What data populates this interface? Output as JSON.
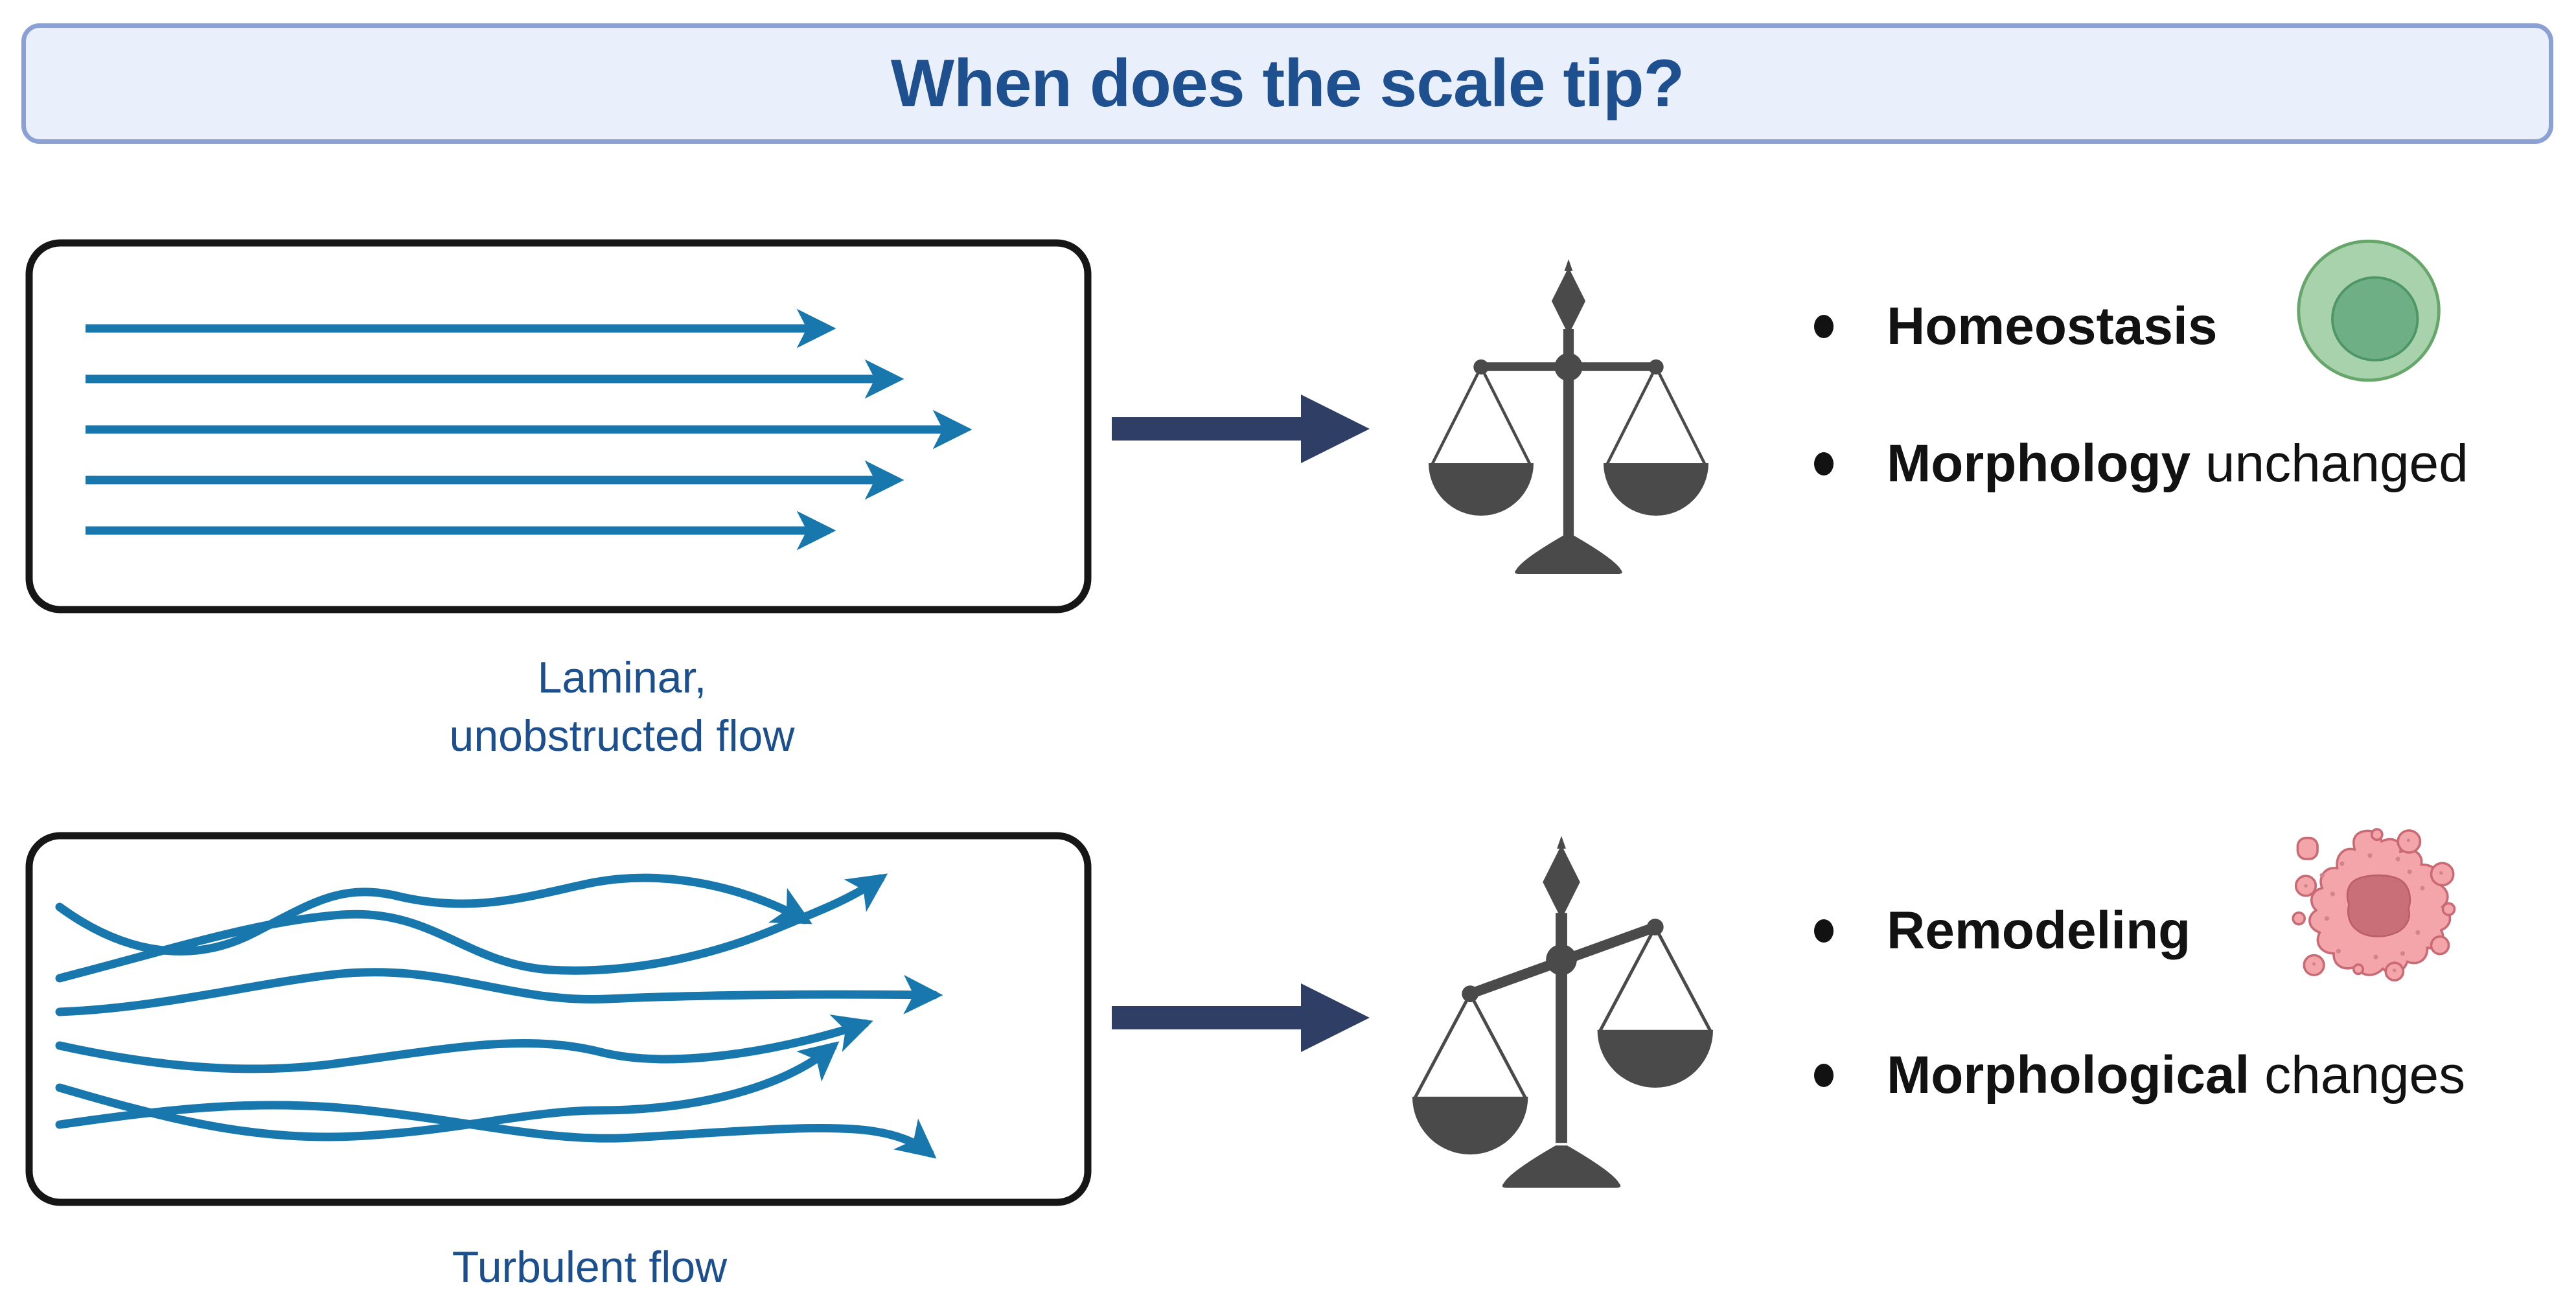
{
  "header": {
    "title": "When does the scale tip?"
  },
  "laminar": {
    "caption_line1": "Laminar,",
    "caption_line2": "unobstructed flow",
    "bullets": [
      {
        "bold": "Homeostasis",
        "rest": ""
      },
      {
        "bold": "Morphology",
        "rest": " unchanged"
      }
    ],
    "scale_state": "balanced",
    "cell_icon": "round-green-cell"
  },
  "turbulent": {
    "caption": "Turbulent flow",
    "bullets": [
      {
        "bold": "Remodeling",
        "rest": ""
      },
      {
        "bold": "Morphological",
        "rest": " changes"
      }
    ],
    "scale_state": "tipped-left-down",
    "cell_icon": "irregular-pink-cell"
  },
  "colors": {
    "title_text": "#1E4F8F",
    "banner_fill": "#E9EFFB",
    "banner_border": "#8BA0D3",
    "flow_line_blue": "#1878AD",
    "caption_blue": "#1C4F8E",
    "block_arrow_navy": "#2E3E64",
    "scale_gray": "#4A4A4A",
    "box_border_black": "#161616",
    "bullet_text_black": "#121212",
    "cell_green_body": "#A8D2AB",
    "cell_green_border": "#66A66B",
    "cell_green_nucleus": "#6FAF86",
    "cell_green_nucleus_border": "#4E9666",
    "cell_pink_body": "#F3A5AA",
    "cell_pink_border": "#C96A74",
    "cell_pink_nucleus": "#C96F77"
  }
}
